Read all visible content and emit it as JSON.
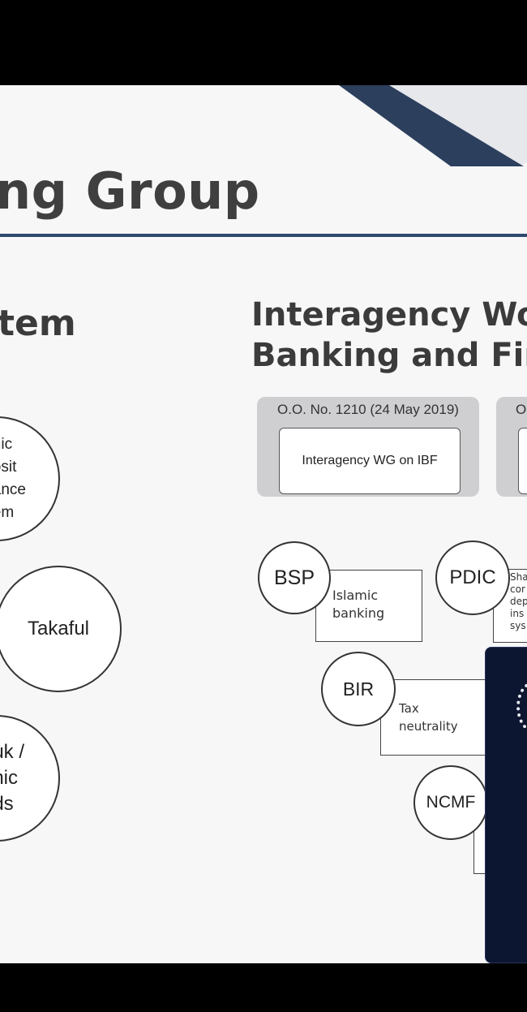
{
  "slide": {
    "title": "ng Group",
    "left_heading": "tem",
    "right_heading_line1": "Interagency Wo",
    "right_heading_line2": "Banking and Fin",
    "left_circles": {
      "deposit": [
        "nic",
        "osit",
        "ance",
        "em"
      ],
      "takaful": "Takaful",
      "sukuk": [
        "uk /",
        "nic",
        "ds"
      ]
    },
    "orders": [
      {
        "title": "O.O. No. 1210 (24 May 2019)",
        "inner": "Interagency WG on IBF"
      },
      {
        "title": "O",
        "inner": ""
      }
    ],
    "agencies": [
      {
        "name": "BSP",
        "role": [
          "Islamic",
          "banking"
        ]
      },
      {
        "name": "PDIC",
        "role": [
          "Sha",
          "cor",
          "dep",
          "ins",
          "sys"
        ]
      },
      {
        "name": "BIR",
        "role": [
          "Tax",
          "neutrality"
        ]
      },
      {
        "name": "NCMF",
        "role": []
      }
    ]
  },
  "colors": {
    "accent_navy": "#2e4a6e",
    "video_bg": "#0d1630"
  }
}
